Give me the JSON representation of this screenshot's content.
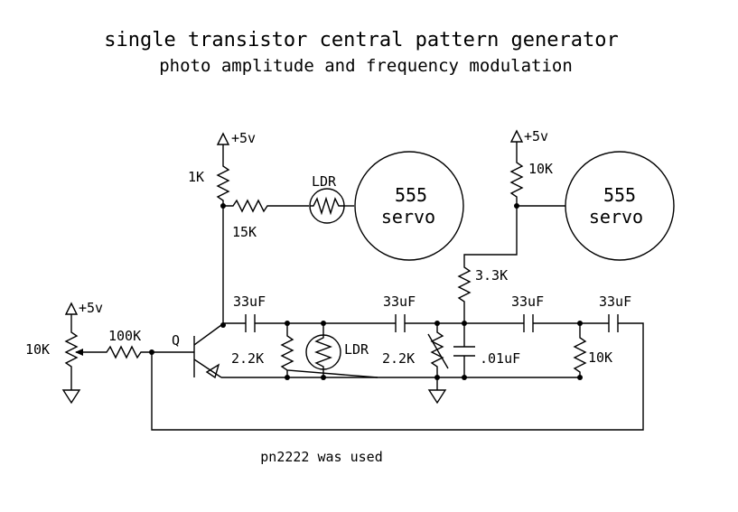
{
  "title": "single transistor central pattern generator",
  "subtitle": "photo amplitude and frequency modulation",
  "note": "pn2222 was used",
  "labels": {
    "supply_left": "+5v",
    "supply_top1": "+5v",
    "supply_top2": "+5v",
    "pot_left": "10K",
    "r_base": "100K",
    "transistor": "Q",
    "r_collector": "1K",
    "r_to_ldr": "15K",
    "ldr_top": "LDR",
    "servo1_num": "555",
    "servo1_word": "servo",
    "r_servo2_top": "10K",
    "servo2_num": "555",
    "servo2_word": "servo",
    "r_3k3": "3.3K",
    "cap1": "33uF",
    "cap2": "33uF",
    "cap3": "33uF",
    "cap4": "33uF",
    "r_22k_1": "2.2K",
    "ldr_mid": "LDR",
    "r_22k_2": "2.2K",
    "cap_small": ".01uF",
    "r_10k_end": "10K"
  },
  "components": {
    "resistors": [
      "r-collector-1k",
      "r-15k",
      "r-base-100k",
      "pot-10k",
      "r-servo2-10k",
      "r-3k3",
      "r-2k2-1",
      "r-2k2-2",
      "r-10k-end"
    ],
    "capacitors": [
      "cap1-33uf",
      "cap2-33uf",
      "cap3-33uf",
      "cap4-33uf",
      "cap-01uf"
    ],
    "ldrs": [
      "ldr-top",
      "ldr-mid"
    ],
    "blocks": [
      "servo1",
      "servo2"
    ],
    "transistor": "npn-transistor"
  }
}
